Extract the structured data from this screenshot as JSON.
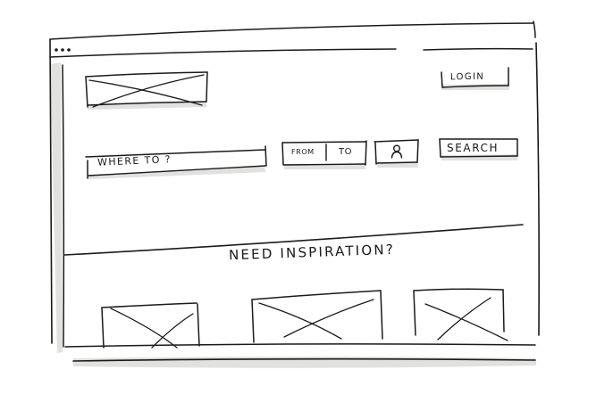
{
  "header": {
    "login_label": "LOGIN"
  },
  "search": {
    "destination_placeholder": "WHERE TO ?",
    "from_label": "FROM",
    "to_label": "TO",
    "guests_icon": "person-icon",
    "search_label": "SEARCH"
  },
  "inspiration": {
    "heading": "NEED INSPIRATION?",
    "items": [
      {
        "icon": "image-placeholder-icon"
      },
      {
        "icon": "image-placeholder-icon"
      },
      {
        "icon": "image-placeholder-icon"
      }
    ]
  },
  "colors": {
    "ink": "#1a1a1a",
    "shadow": "#e1e1df",
    "paper": "#ffffff"
  }
}
